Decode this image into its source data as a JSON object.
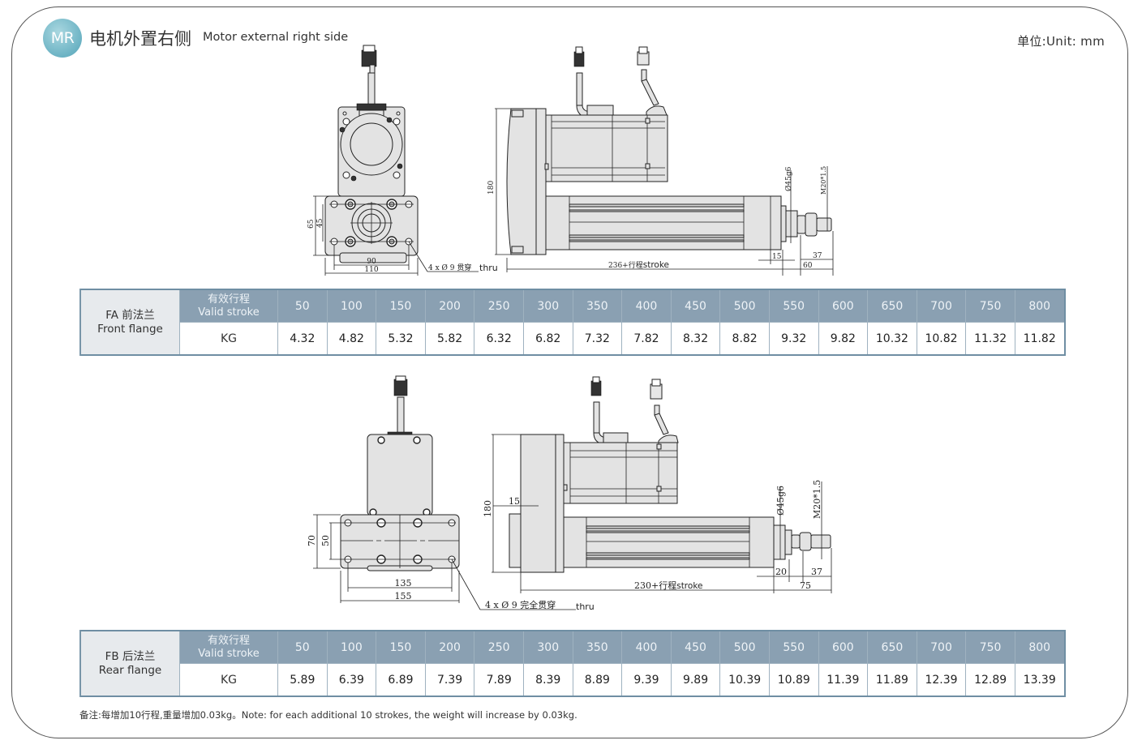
{
  "header": {
    "badge": "MR",
    "title_cn": "电机外置右侧",
    "title_en": "Motor external right side",
    "unit": "单位:Unit: mm"
  },
  "drawing_fa": {
    "front_view": {
      "dim_height_outer": "65",
      "dim_height_inner": "45",
      "dim_width_inner": "90",
      "dim_width_outer": "110",
      "hole_callout": "4 x Ø 9 贯穿",
      "hole_callout_en": "thru"
    },
    "side_view": {
      "dim_height": "180",
      "dim_length": "236+行程",
      "dim_length_en": "stroke",
      "dim_rod_flange": "15",
      "dim_rod_ext": "60",
      "dim_thread_len": "37",
      "dim_rod_dia": "Ø45g6",
      "dim_thread": "M20*1.5"
    }
  },
  "table_fa": {
    "label_code": "FA 前法兰",
    "label_en": "Front flange",
    "header_cn": "有效行程",
    "header_en": "Valid stroke",
    "row_label": "KG",
    "strokes": [
      "50",
      "100",
      "150",
      "200",
      "250",
      "300",
      "350",
      "400",
      "450",
      "500",
      "550",
      "600",
      "650",
      "700",
      "750",
      "800"
    ],
    "weights": [
      "4.32",
      "4.82",
      "5.32",
      "5.82",
      "6.32",
      "6.82",
      "7.32",
      "7.82",
      "8.32",
      "8.82",
      "9.32",
      "9.82",
      "10.32",
      "10.82",
      "11.32",
      "11.82"
    ]
  },
  "drawing_fb": {
    "front_view": {
      "dim_height_outer": "70",
      "dim_height_inner": "50",
      "dim_width_inner": "135",
      "dim_width_outer": "155",
      "hole_callout": "4 x Ø 9 完全贯穿",
      "hole_callout_en": "thru"
    },
    "side_view": {
      "dim_height": "180",
      "dim_flange": "15",
      "dim_length": "230+行程",
      "dim_length_en": "stroke",
      "dim_rod_flange": "20",
      "dim_rod_ext": "75",
      "dim_thread_len": "37",
      "dim_rod_dia": "Ø45g6",
      "dim_thread": "M20*1.5"
    }
  },
  "table_fb": {
    "label_code": "FB 后法兰",
    "label_en": "Rear flange",
    "header_cn": "有效行程",
    "header_en": "Valid stroke",
    "row_label": "KG",
    "strokes": [
      "50",
      "100",
      "150",
      "200",
      "250",
      "300",
      "350",
      "400",
      "450",
      "500",
      "550",
      "600",
      "650",
      "700",
      "750",
      "800"
    ],
    "weights": [
      "5.89",
      "6.39",
      "6.89",
      "7.39",
      "7.89",
      "8.39",
      "8.89",
      "9.39",
      "9.89",
      "10.39",
      "10.89",
      "11.39",
      "11.89",
      "12.39",
      "12.89",
      "13.39"
    ]
  },
  "note": "备注:每增加10行程,重量增加0.03kg。Note: for each additional 10 strokes, the weight will increase by 0.03kg.",
  "colors": {
    "badge": "#6cb3c4",
    "table_header": "#8aa0b2",
    "table_label_bg": "#e7eaed",
    "table_border": "#6f8ea3"
  }
}
